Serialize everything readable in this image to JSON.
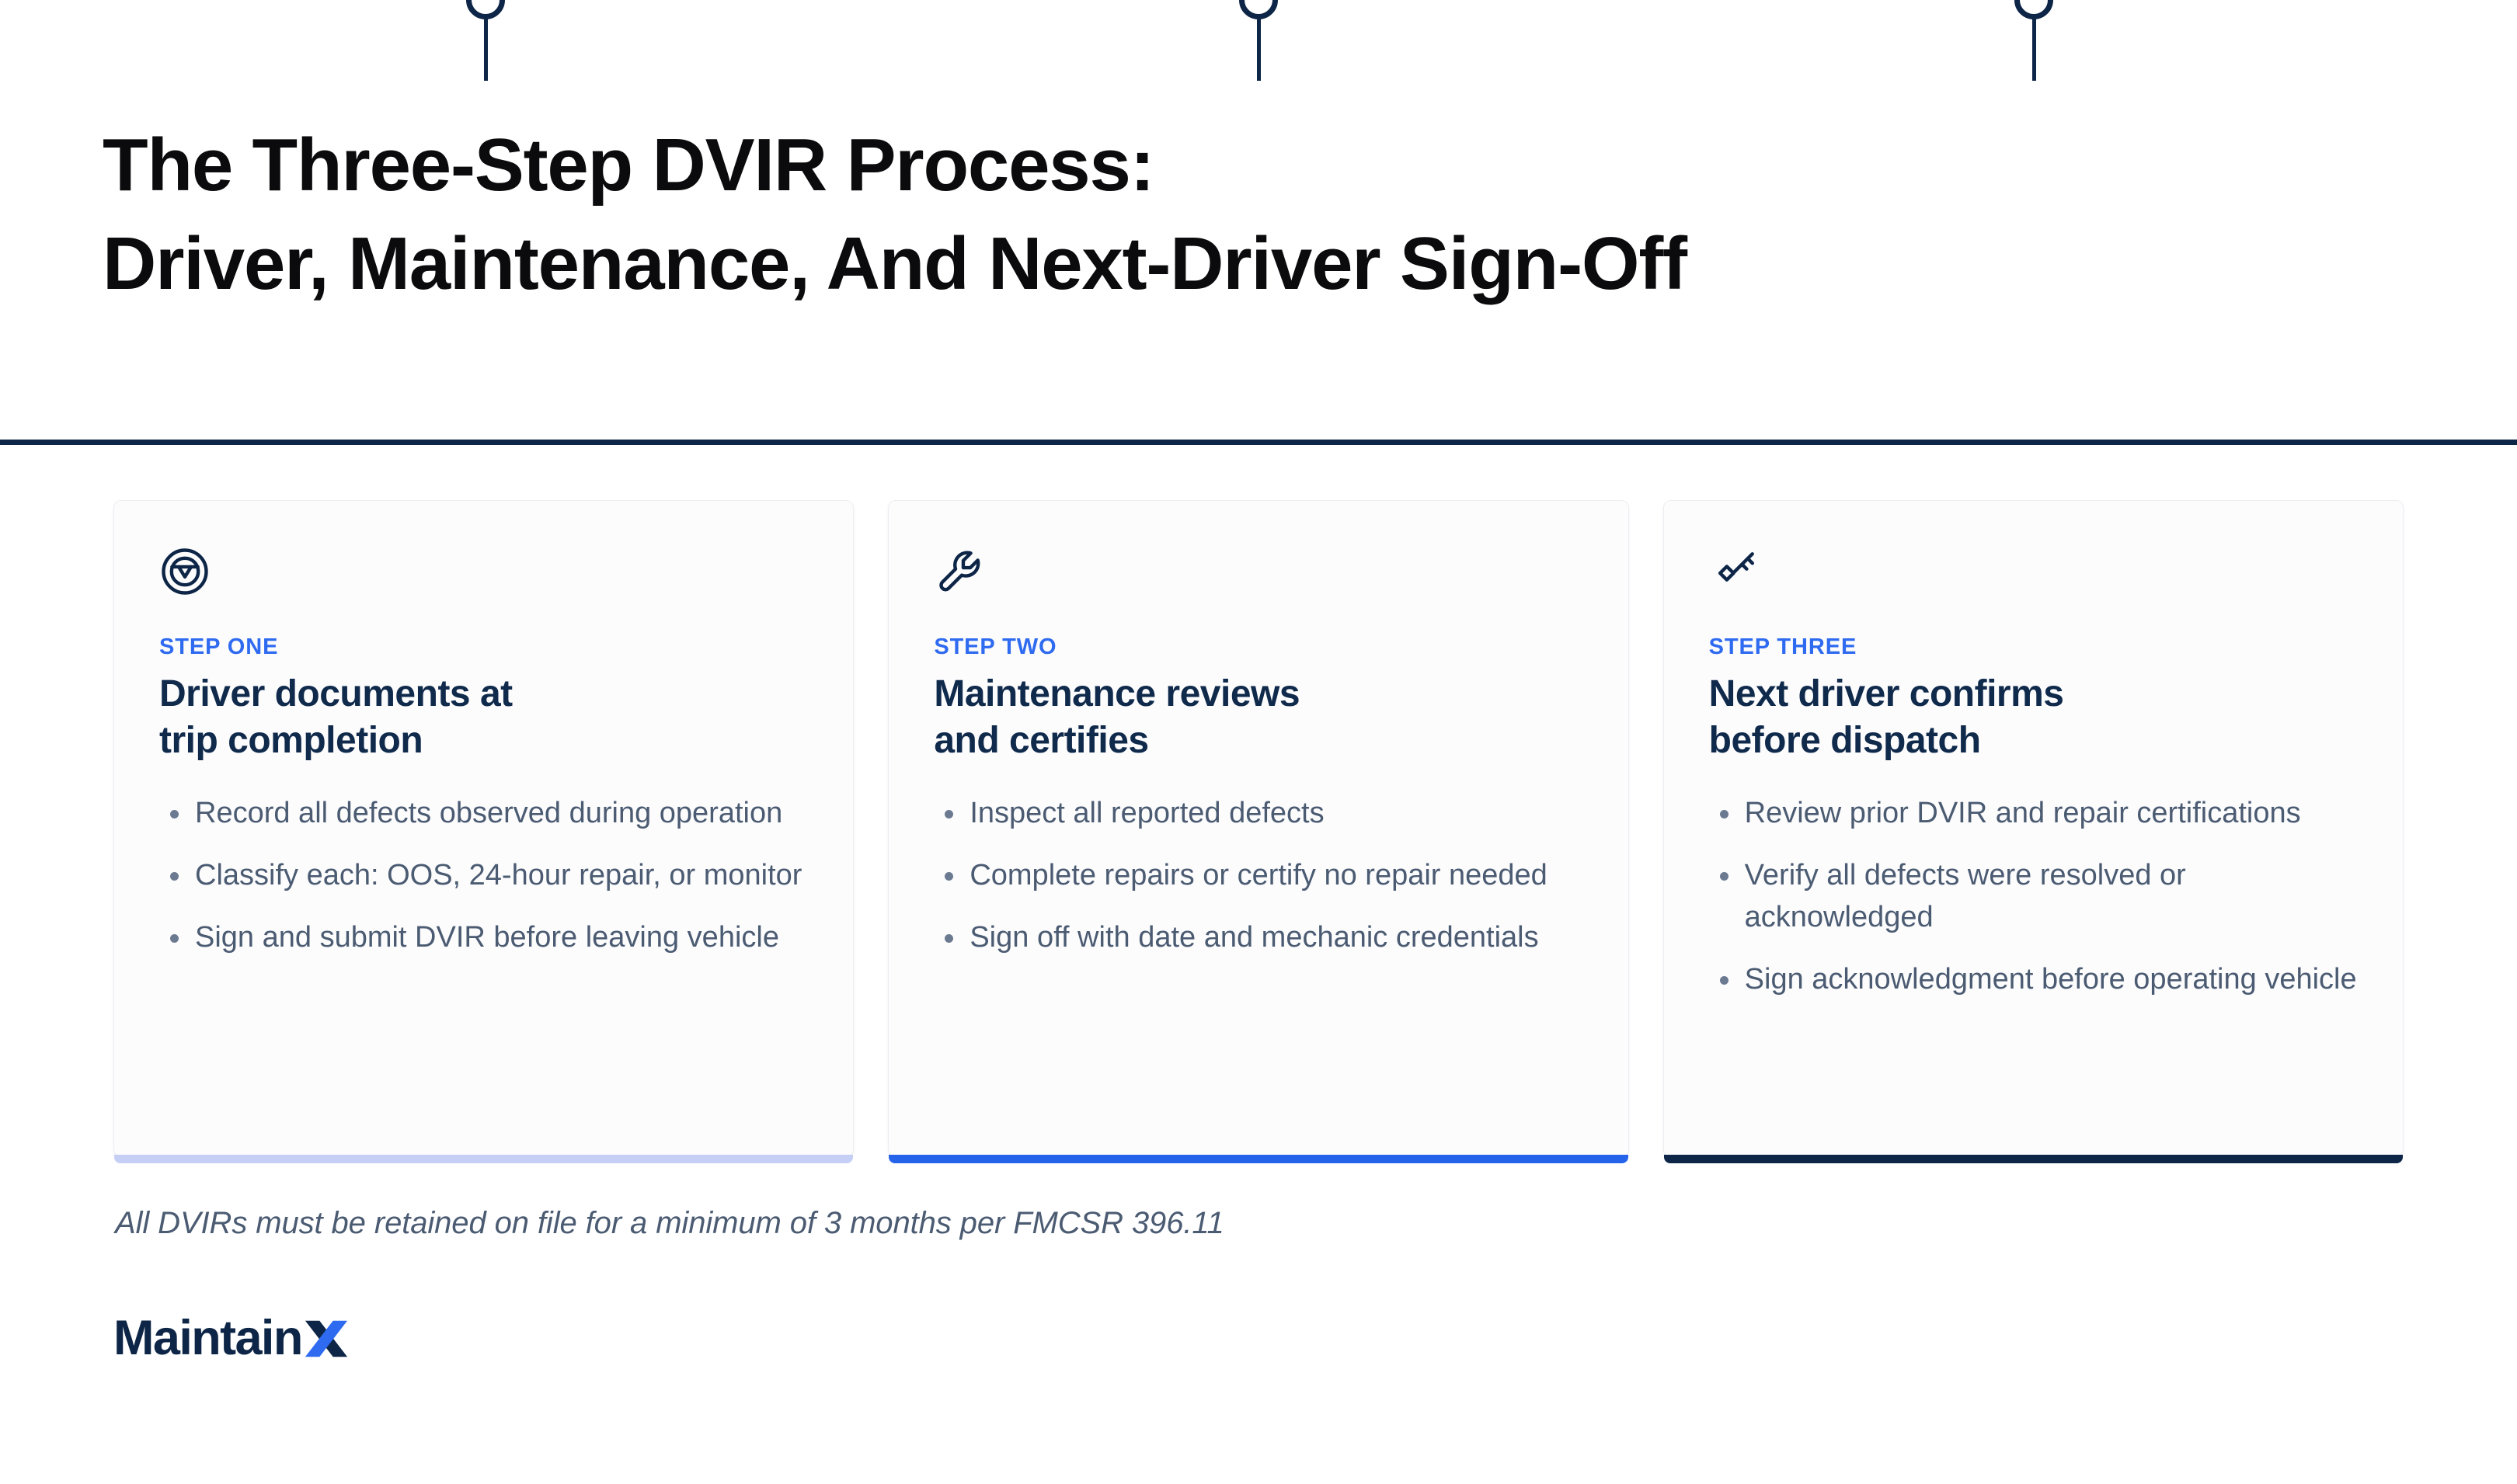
{
  "title": {
    "line1": "The Three-Step DVIR Process:",
    "line2": "Driver, Maintenance, And Next-Driver Sign-Off"
  },
  "colors": {
    "accent_blue": "#2563eb",
    "step_label_blue": "#2f6bf0",
    "navy": "#0d2546",
    "heading_navy": "#102a4c",
    "body_text": "#4b5b72",
    "card_bg": "#fcfcfd",
    "page_bg": "#ffffff",
    "accent_step_one": "#c5cef5",
    "accent_step_two": "#2563eb",
    "accent_step_three": "#0d2546"
  },
  "cards": [
    {
      "icon": "steering-wheel-icon",
      "step_label": "STEP ONE",
      "heading": "Driver documents at\ntrip completion",
      "bullets": [
        "Record all defects observed during operation",
        "Classify each: OOS, 24-hour repair, or monitor",
        "Sign and submit DVIR before leaving vehicle"
      ],
      "accent_color": "#c5cef5"
    },
    {
      "icon": "wrench-icon",
      "step_label": "STEP TWO",
      "heading": "Maintenance reviews\nand certifies",
      "bullets": [
        "Inspect all reported defects",
        "Complete repairs or certify no repair needed",
        "Sign off with date and mechanic credentials"
      ],
      "accent_color": "#2563eb"
    },
    {
      "icon": "key-icon",
      "step_label": "STEP THREE",
      "heading": "Next driver confirms\nbefore dispatch",
      "bullets": [
        "Review prior DVIR and repair certifications",
        "Verify all defects were resolved or acknowledged",
        "Sign acknowledgment before operating vehicle"
      ],
      "accent_color": "#0d2546"
    }
  ],
  "footnote": "All DVIRs must be retained on file for a minimum of 3 months per FMCSR 396.11",
  "logo": {
    "word": "Maintain",
    "mark": "X"
  }
}
